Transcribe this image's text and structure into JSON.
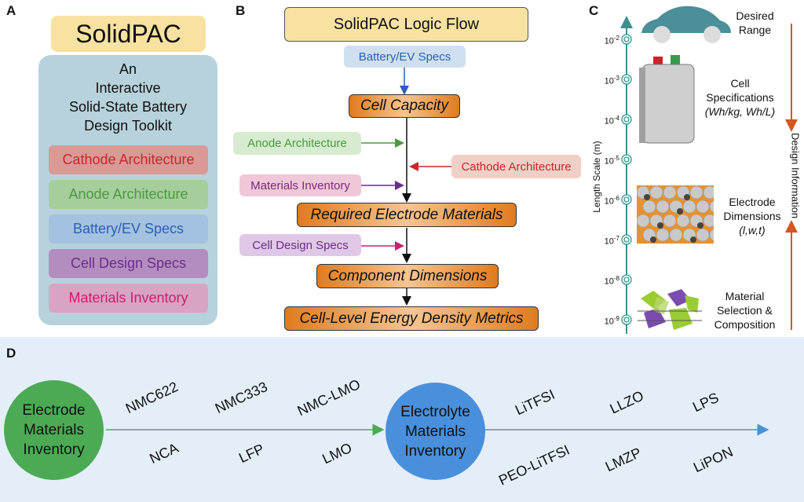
{
  "panel_labels": {
    "a": "A",
    "b": "B",
    "c": "C",
    "d": "D"
  },
  "panel_a": {
    "title": "SolidPAC",
    "subtitle": [
      "An",
      "Interactive",
      "Solid-State Battery",
      "Design Toolkit"
    ],
    "items": [
      {
        "label": "Cathode Architecture",
        "bg": "#d99a95",
        "fg": "#c8262c"
      },
      {
        "label": "Anode Architecture",
        "bg": "#a6cd9c",
        "fg": "#4a9a3e"
      },
      {
        "label": "Battery/EV Specs",
        "bg": "#a2c2e0",
        "fg": "#2e5fb0"
      },
      {
        "label": "Cell Design Specs",
        "bg": "#b48dc0",
        "fg": "#6a2d88"
      },
      {
        "label": "Materials Inventory",
        "bg": "#d9a3c4",
        "fg": "#c8206e"
      }
    ]
  },
  "panel_b": {
    "title": "SolidPAC Logic Flow",
    "battery_specs": "Battery/EV Specs",
    "anode": "Anode Architecture",
    "cathode": "Cathode Architecture",
    "materials": "Materials Inventory",
    "cell_design": "Cell Design Specs",
    "steps": [
      "Cell Capacity",
      "Required Electrode Materials",
      "Component Dimensions",
      "Cell-Level Energy Density Metrics"
    ]
  },
  "panel_c": {
    "axis_label": "Length Scale (m)",
    "ticks": [
      {
        "base": "10",
        "exp": "-2"
      },
      {
        "base": "10",
        "exp": "-3"
      },
      {
        "base": "10",
        "exp": "-4"
      },
      {
        "base": "10",
        "exp": "-5"
      },
      {
        "base": "10",
        "exp": "-6"
      },
      {
        "base": "10",
        "exp": "-7"
      },
      {
        "base": "10",
        "exp": "-8"
      },
      {
        "base": "10",
        "exp": "-9"
      }
    ],
    "desired_range": [
      "Desired",
      "Range"
    ],
    "cell_spec": [
      "Cell",
      "Specifications",
      "(Wh/kg, Wh/L)"
    ],
    "electrode": [
      "Electrode",
      "Dimensions",
      "(l,w,t)"
    ],
    "material": [
      "Material",
      "Selection &",
      "Composition"
    ],
    "design_info": "Design Information"
  },
  "panel_d": {
    "electrode_circle": [
      "Electrode",
      "Materials",
      "Inventory"
    ],
    "electrolyte_circle": [
      "Electrolyte",
      "Materials",
      "Inventory"
    ],
    "electrode_materials": [
      "NMC622",
      "NMC333",
      "NMC-LMO",
      "NCA",
      "LFP",
      "LMO"
    ],
    "electrolyte_materials": [
      "LiTFSI",
      "LLZO",
      "LPS",
      "PEO-LiTFSI",
      "LMZP",
      "LiPON"
    ],
    "colors": {
      "electrode": "#4caa55",
      "electrolyte": "#4a8fdb",
      "band": "#e3eef8"
    }
  }
}
